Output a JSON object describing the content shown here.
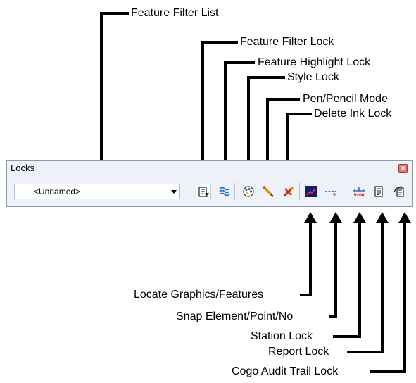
{
  "callouts": {
    "feature_filter_list": "Feature Filter List",
    "feature_filter_lock": "Feature Filter Lock",
    "feature_highlight_lock": "Feature Highlight Lock",
    "style_lock": "Style Lock",
    "pen_pencil_mode": "Pen/Pencil Mode",
    "delete_ink_lock": "Delete Ink Lock",
    "locate_graphics_features": "Locate Graphics/Features",
    "snap_element": "Snap Element/Point/No",
    "station_lock": "Station Lock",
    "report_lock": "Report Lock",
    "cogo_audit_trail_lock": "Cogo Audit Trail Lock"
  },
  "toolbar": {
    "title": "Locks",
    "close_glyph": "×",
    "filter_select_value": "<Unnamed>",
    "station_icon_text": "5+00",
    "icons": [
      "feature-filter-lock-icon",
      "feature-highlight-lock-icon",
      "style-lock-icon",
      "pen-pencil-mode-icon",
      "delete-ink-lock-icon",
      "locate-graphics-features-icon",
      "snap-element-icon",
      "station-lock-icon",
      "report-lock-icon",
      "cogo-audit-trail-lock-icon"
    ]
  },
  "colors": {
    "toolbar_bg": "#eef2f8",
    "toolbar_border": "#8b9ab0",
    "leader_line": "#000000"
  }
}
